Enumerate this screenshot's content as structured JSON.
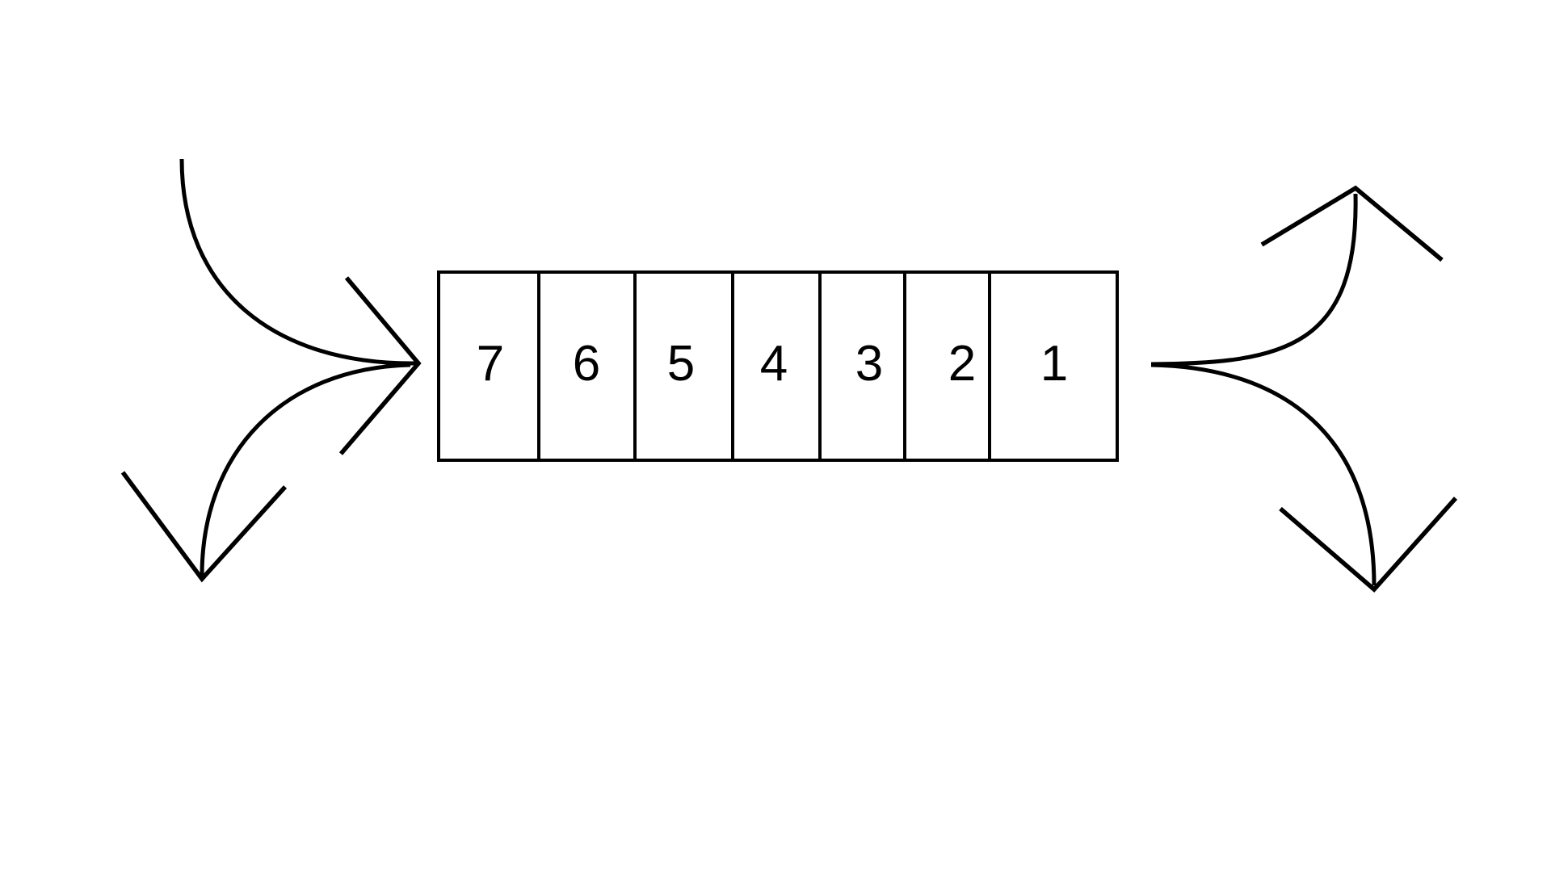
{
  "canvas": {
    "background": "#ffffff",
    "line_color": "#000000"
  },
  "queue": {
    "cells": [
      "7",
      "6",
      "5",
      "4",
      "3",
      "2",
      "1"
    ]
  },
  "icons": {
    "left_top_arrow": "curved-insert-arrow-into-left-end-icon",
    "left_bottom_arrow": "curved-remove-arrow-down-from-left-end-icon",
    "right_top_arrow": "curved-remove-arrow-up-from-right-end-icon",
    "right_bottom_arrow": "curved-remove-arrow-down-from-right-end-icon"
  }
}
